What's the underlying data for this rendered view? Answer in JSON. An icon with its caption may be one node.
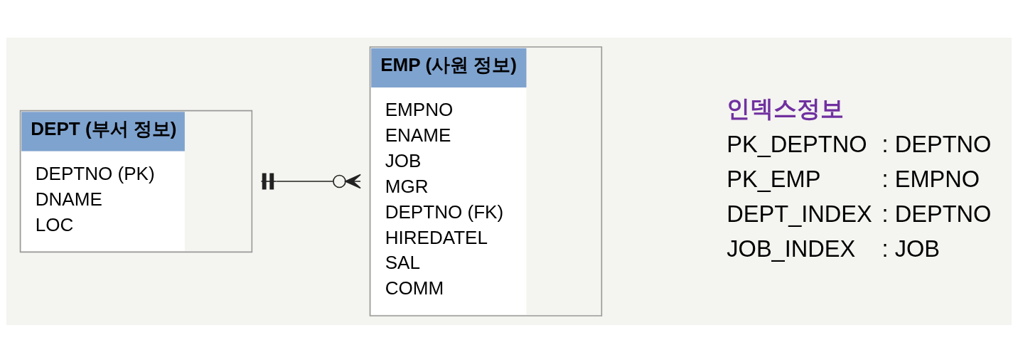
{
  "diagram": {
    "nodes": [
      {
        "text": [
          "DEPT (부서 정보)",
          "DEPTNO (PK)",
          "DNAME",
          "LOC"
        ]
      },
      {
        "text": [
          "EMP (사원 정보)",
          "EMPNO",
          "ENAME",
          "JOB",
          "MGR",
          "DEPTNO (FK)",
          "HIREDATEL",
          "SAL",
          "COMM"
        ]
      }
    ],
    "edges": [
      {
        "from": 0,
        "to": 1,
        "arrow": "other"
      }
    ],
    "labels": [
      "인덱스정보",
      "PK_DEPTNO",
      ": DEPTNO",
      "PK_EMP",
      ": EMPNO",
      "DEPT_INDEX",
      ": DEPTNO",
      "JOB_INDEX",
      ": JOB"
    ]
  }
}
